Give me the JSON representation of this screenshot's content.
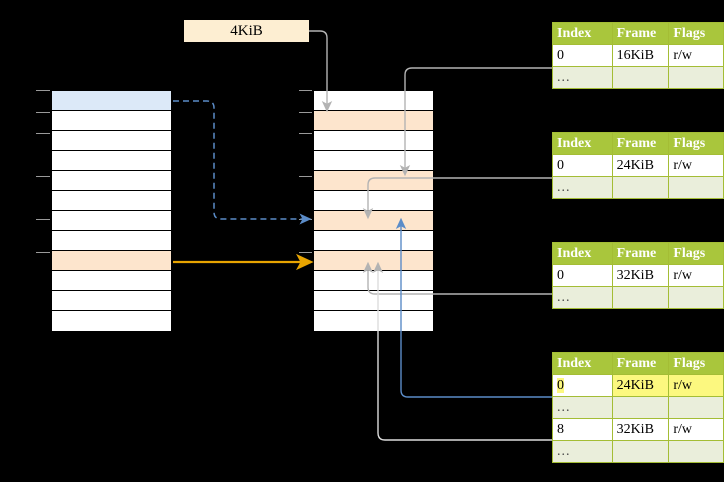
{
  "diagram": {
    "title_tag": {
      "label": "4KiB"
    },
    "colors": {
      "header_green": "#a9c63c",
      "ellipsis_row": "#eaeedb",
      "highlight_yellow": "#fcf87f",
      "peach_row": "#fde5cd",
      "blue_row": "#dce9f8",
      "orange_arrow": "#e8a400",
      "blue_arrow": "#5b8cc8",
      "gray_arrow": "#b3b3b3",
      "tag_bg": "#fdeed2"
    },
    "virtual_memory": {
      "name": "virtual-address-space-column",
      "rows": [
        {
          "fill": "blue"
        },
        {
          "fill": "white"
        },
        {
          "fill": "white"
        },
        {
          "fill": "white"
        },
        {
          "fill": "white"
        },
        {
          "fill": "white"
        },
        {
          "fill": "white"
        },
        {
          "fill": "white"
        },
        {
          "fill": "peach"
        },
        {
          "fill": "white"
        },
        {
          "fill": "white"
        },
        {
          "fill": "white"
        }
      ]
    },
    "physical_memory": {
      "name": "physical-memory-column",
      "rows": [
        {
          "fill": "white"
        },
        {
          "fill": "peach"
        },
        {
          "fill": "white"
        },
        {
          "fill": "white"
        },
        {
          "fill": "peach"
        },
        {
          "fill": "white"
        },
        {
          "fill": "peach"
        },
        {
          "fill": "white"
        },
        {
          "fill": "peach"
        },
        {
          "fill": "white"
        },
        {
          "fill": "white"
        },
        {
          "fill": "white"
        }
      ]
    },
    "page_tables": [
      {
        "name": "page-table-level-1",
        "headers": [
          "Index",
          "Frame",
          "Flags"
        ],
        "rows": [
          {
            "cells": [
              "0",
              "16KiB",
              "r/w"
            ],
            "kind": "data",
            "highlight": []
          },
          {
            "cells": [
              "...",
              "",
              ""
            ],
            "kind": "ellipsis",
            "highlight": []
          }
        ]
      },
      {
        "name": "page-table-level-2",
        "headers": [
          "Index",
          "Frame",
          "Flags"
        ],
        "rows": [
          {
            "cells": [
              "0",
              "24KiB",
              "r/w"
            ],
            "kind": "data",
            "highlight": []
          },
          {
            "cells": [
              "...",
              "",
              ""
            ],
            "kind": "ellipsis",
            "highlight": []
          }
        ]
      },
      {
        "name": "page-table-level-3",
        "headers": [
          "Index",
          "Frame",
          "Flags"
        ],
        "rows": [
          {
            "cells": [
              "0",
              "32KiB",
              "r/w"
            ],
            "kind": "data",
            "highlight": []
          },
          {
            "cells": [
              "...",
              "",
              ""
            ],
            "kind": "ellipsis",
            "highlight": []
          }
        ]
      },
      {
        "name": "page-table-level-4",
        "headers": [
          "Index",
          "Frame",
          "Flags"
        ],
        "rows": [
          {
            "cells": [
              "0",
              "24KiB",
              "r/w"
            ],
            "kind": "data",
            "highlight": [
              0,
              1,
              2
            ]
          },
          {
            "cells": [
              "...",
              "",
              ""
            ],
            "kind": "ellipsis",
            "highlight": []
          },
          {
            "cells": [
              "8",
              "32KiB",
              "r/w"
            ],
            "kind": "data",
            "highlight": []
          },
          {
            "cells": [
              "...",
              "",
              ""
            ],
            "kind": "ellipsis",
            "highlight": []
          }
        ]
      }
    ],
    "connectors": [
      {
        "name": "tag-to-physical-row-2",
        "style": "solid",
        "color": "#b3b3b3"
      },
      {
        "name": "virtual-blue-row-to-physical-row-7",
        "style": "dashed",
        "color": "#5b8cc8"
      },
      {
        "name": "virtual-peach-row-to-physical-row-9",
        "style": "solid",
        "color": "#e8a400"
      },
      {
        "name": "table1-row0-to-physical-row-5",
        "style": "solid",
        "color": "#b3b3b3"
      },
      {
        "name": "table2-row0-to-physical-row-7",
        "style": "solid",
        "color": "#b3b3b3"
      },
      {
        "name": "table3-row0-to-physical-row-9",
        "style": "solid",
        "color": "#b3b3b3"
      },
      {
        "name": "table4-row0-to-physical-row-7",
        "style": "solid",
        "color": "#5b8cc8"
      },
      {
        "name": "table4-row8-to-physical-row-9",
        "style": "solid",
        "color": "#dddddd"
      }
    ]
  }
}
